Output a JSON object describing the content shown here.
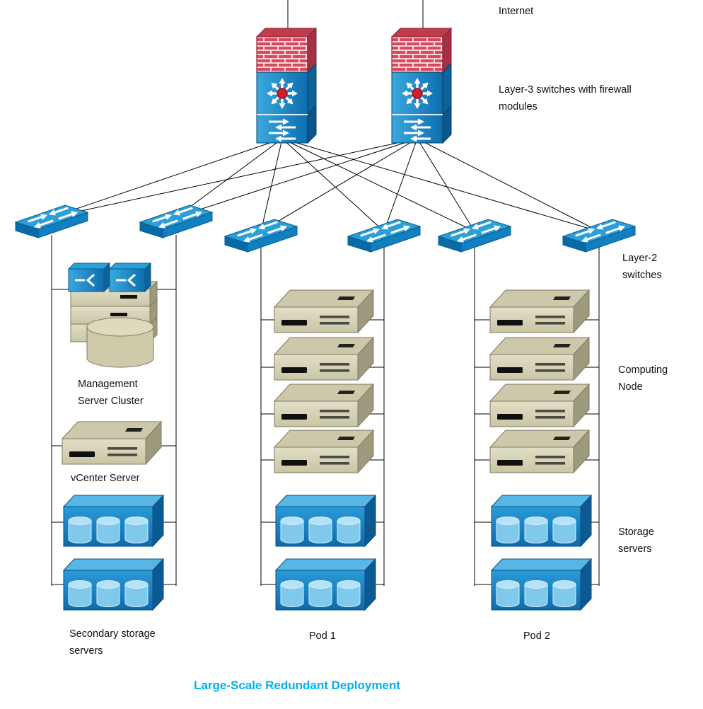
{
  "diagram": {
    "title": "Large-Scale Redundant Deployment",
    "labels": {
      "internet": "Internet",
      "layer3_switches": "Layer-3 switches with firewall modules",
      "layer2_switches": "Layer-2 switches",
      "computing_node": "Computing Node",
      "storage_servers": "Storage servers",
      "management_cluster": "Management Server Cluster",
      "vcenter": "vCenter Server",
      "secondary_storage": "Secondary storage servers",
      "pod1": "Pod 1",
      "pod2": "Pod 2"
    },
    "colors": {
      "title_accent": "#00b0f0",
      "device_blue": "#1b86c6",
      "firewall_red": "#d94a5f",
      "server_beige": "#d6d2b4",
      "storage_blue": "#1b86c6",
      "line": "#000000"
    },
    "devices": {
      "layer3_firewall_switches": 2,
      "layer2_switches": 6,
      "computing_nodes_per_pod": 4,
      "storage_servers_per_pod": 2,
      "secondary_storage_servers": 2
    }
  }
}
